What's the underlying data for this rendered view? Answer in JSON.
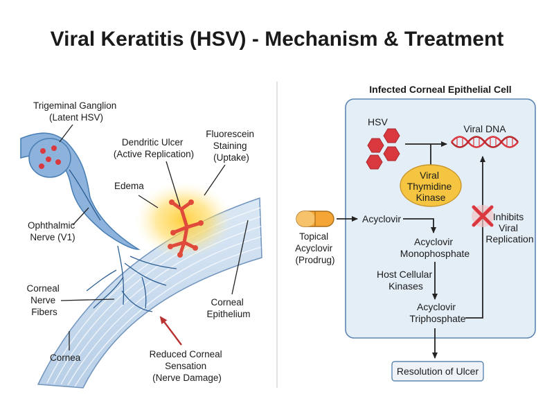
{
  "title": "Viral Keratitis (HSV) - Mechanism & Treatment",
  "left_panel": {
    "trigeminal_ganglion": [
      "Trigeminal Ganglion",
      "(Latent HSV)"
    ],
    "dendritic_ulcer": [
      "Dendritic Ulcer",
      "(Active Replication)"
    ],
    "fluorescein": [
      "Fluorescein",
      "Staining",
      "(Uptake)"
    ],
    "edema": "Edema",
    "ophthalmic_nerve": [
      "Ophthalmic",
      "Nerve (V1)"
    ],
    "corneal_nerve_fibers": [
      "Corneal",
      "Nerve",
      "Fibers"
    ],
    "corneal_epithelium": [
      "Corneal",
      "Epithelium"
    ],
    "cornea": "Cornea",
    "reduced_sensation": [
      "Reduced Corneal",
      "Sensation",
      "(Nerve Damage)"
    ]
  },
  "right_panel": {
    "header": "Infected Corneal Epithelial Cell",
    "hsv": "HSV",
    "viral_dna": "Viral DNA",
    "viral_tk": [
      "Viral",
      "Thymidine",
      "Kinase"
    ],
    "inhibits": [
      "Inhibits",
      "Viral",
      "Replication"
    ],
    "topical": [
      "Topical",
      "Acyclovir",
      "(Prodrug)"
    ],
    "acyclovir": "Acyclovir",
    "monophosphate": [
      "Acyclovir",
      "Monophosphate"
    ],
    "host_kinases": [
      "Host Cellular",
      "Kinases"
    ],
    "triphosphate": [
      "Acyclovir",
      "Triphosphate"
    ],
    "resolution": "Resolution of Ulcer"
  },
  "colors": {
    "nerve": "#4a7fb5",
    "cornea_fill": "#c8daee",
    "cell_fill": "#e4eef7",
    "virus": "#d9383f",
    "kinase": "#f5c542",
    "ulcer": "#e04a3a"
  }
}
